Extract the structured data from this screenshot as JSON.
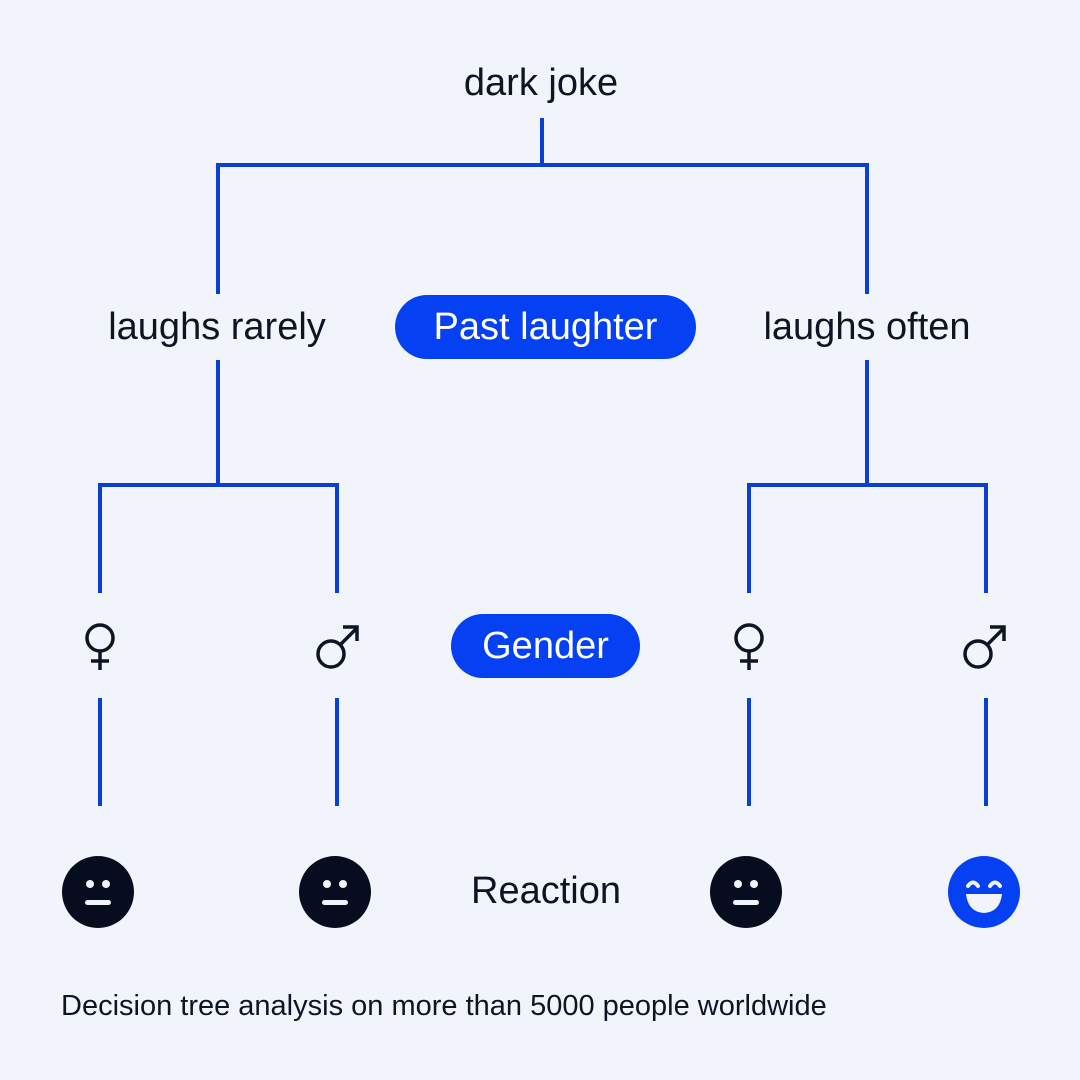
{
  "root": {
    "label": "dark joke"
  },
  "levels": {
    "past_laughter": {
      "label": "Past laughter"
    },
    "gender": {
      "label": "Gender"
    },
    "reaction": {
      "label": "Reaction"
    }
  },
  "branches": {
    "left": {
      "label": "laughs rarely"
    },
    "right": {
      "label": "laughs often"
    }
  },
  "leaves": [
    {
      "gender": "female",
      "gender_icon": "female-symbol-icon",
      "reaction": "neutral",
      "reaction_icon": "neutral-face-icon",
      "color": "#060d1f"
    },
    {
      "gender": "male",
      "gender_icon": "male-symbol-icon",
      "reaction": "neutral",
      "reaction_icon": "neutral-face-icon",
      "color": "#060d1f"
    },
    {
      "gender": "female",
      "gender_icon": "female-symbol-icon",
      "reaction": "neutral",
      "reaction_icon": "neutral-face-icon",
      "color": "#060d1f"
    },
    {
      "gender": "male",
      "gender_icon": "male-symbol-icon",
      "reaction": "laughing",
      "reaction_icon": "laughing-face-icon",
      "color": "#0540f2"
    }
  ],
  "caption": "Decision tree analysis on more than 5000 people worldwide",
  "colors": {
    "background": "#f1f5fb",
    "line": "#0a3fd1",
    "accent": "#0540f2",
    "text": "#0d1424"
  }
}
